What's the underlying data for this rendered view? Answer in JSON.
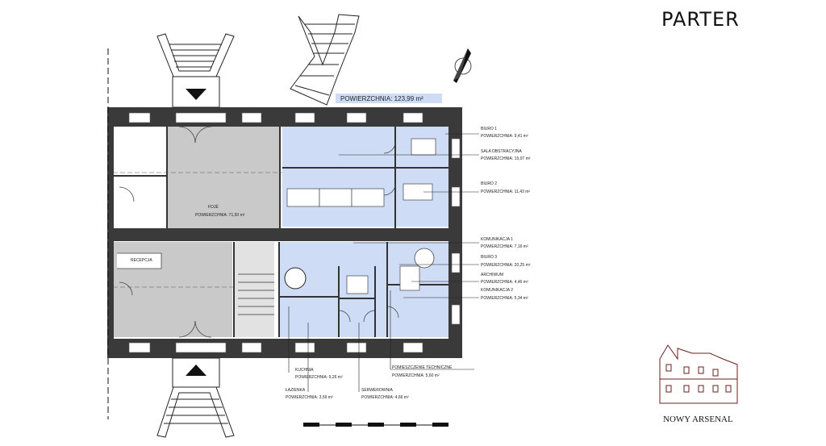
{
  "page": {
    "title": "PARTER",
    "brand": "NOWY ARSENAL"
  },
  "plan": {
    "total_area": "POWIERZCHNIA: 123,99 m²",
    "rooms": [
      {
        "name": "FOJÉ",
        "area": "POWIERZCHNIA: 71,93 m²"
      },
      {
        "name": "RECEPCJA",
        "area": ""
      },
      {
        "name": "BIURO 1",
        "area": "POWIERZCHNIA: 9,41 m²"
      },
      {
        "name": "SALA OBSTRACYJNA",
        "area": "POWIERZCHNIA: 15,07 m²"
      },
      {
        "name": "BIURO 2",
        "area": "POWIERZCHNIA: 11,43 m²"
      },
      {
        "name": "KOMUNIKACJA 1",
        "area": "POWIERZCHNIA: 7,16 m²"
      },
      {
        "name": "BIURO 3",
        "area": "POWIERZCHNIA: 20,25 m²"
      },
      {
        "name": "ARCHIWUM",
        "area": "POWIERZCHNIA: 4,46 m²"
      },
      {
        "name": "KOMUNIKACJA 2",
        "area": "POWIERZCHNIA: 5,34 m²"
      },
      {
        "name": "KUCHNIA",
        "area": "POWIERZCHNIA: 9,26 m²"
      },
      {
        "name": "ŁAZIENKA",
        "area": "POWIERZCHNIA: 3,59 m²"
      },
      {
        "name": "POMIESZCZENIE TECHNICZNE",
        "area": "POWIERZCHNIA: 5,60 m²"
      },
      {
        "name": "SERWEROWNIA",
        "area": "POWIERZCHNIA: 4,66 m²"
      }
    ]
  },
  "colors": {
    "wall": "#3a3a3a",
    "gray_zone": "#c9c9c9",
    "blue_zone": "#cfdcf6",
    "label_bg": "#cfdcf6",
    "logo": "#6b1d1d"
  },
  "icons": [
    "north-arrow-icon",
    "arrow-down-icon",
    "arrow-up-icon",
    "scale-bar-icon",
    "building-logo-icon"
  ]
}
